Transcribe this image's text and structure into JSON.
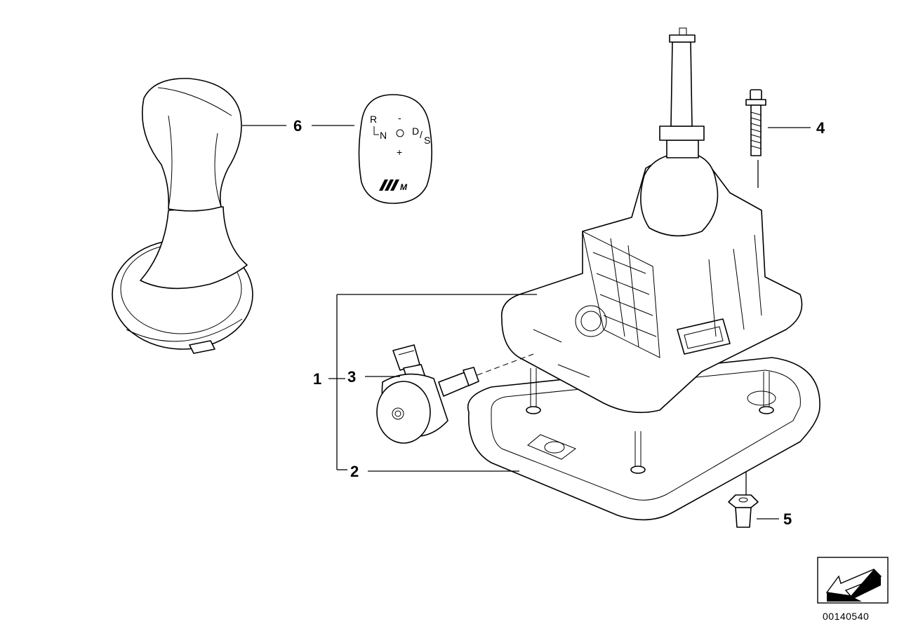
{
  "diagram": {
    "callouts": [
      {
        "id": "1",
        "label": "1"
      },
      {
        "id": "2",
        "label": "2"
      },
      {
        "id": "3",
        "label": "3"
      },
      {
        "id": "4",
        "label": "4"
      },
      {
        "id": "5",
        "label": "5"
      },
      {
        "id": "6",
        "label": "6"
      }
    ],
    "shift_pattern": {
      "r": "R",
      "n": "N",
      "minus": "-",
      "plus": "+",
      "d": "D",
      "slash": "/",
      "s": "S",
      "logo": "M"
    },
    "document_number": "00140540",
    "colors": {
      "ink": "#000000",
      "paper": "#ffffff",
      "shade": "#eeeeee"
    }
  }
}
